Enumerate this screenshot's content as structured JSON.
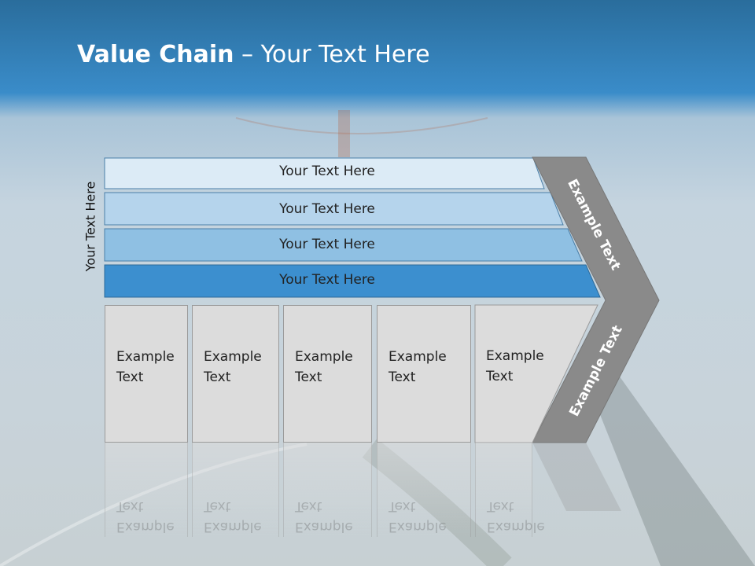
{
  "title": {
    "bold": "Value Chain",
    "rest": " – Your Text Here"
  },
  "side_label": "Your Text Here",
  "bars": [
    {
      "label": "Your Text Here",
      "color": "#dcebf6"
    },
    {
      "label": "Your Text Here",
      "color": "#b5d4ec"
    },
    {
      "label": "Your Text Here",
      "color": "#8fc0e3"
    },
    {
      "label": "Your Text Here",
      "color": "#3c8fcf"
    }
  ],
  "boxes": [
    {
      "line1": "Example",
      "line2": "Text"
    },
    {
      "line1": "Example",
      "line2": "Text"
    },
    {
      "line1": "Example",
      "line2": "Text"
    },
    {
      "line1": "Example",
      "line2": "Text"
    },
    {
      "line1": "Example",
      "line2": "Text"
    }
  ],
  "chevron": {
    "top_text": "Example Text",
    "bottom_text": "Example Text",
    "color": "#8a8a8a"
  }
}
